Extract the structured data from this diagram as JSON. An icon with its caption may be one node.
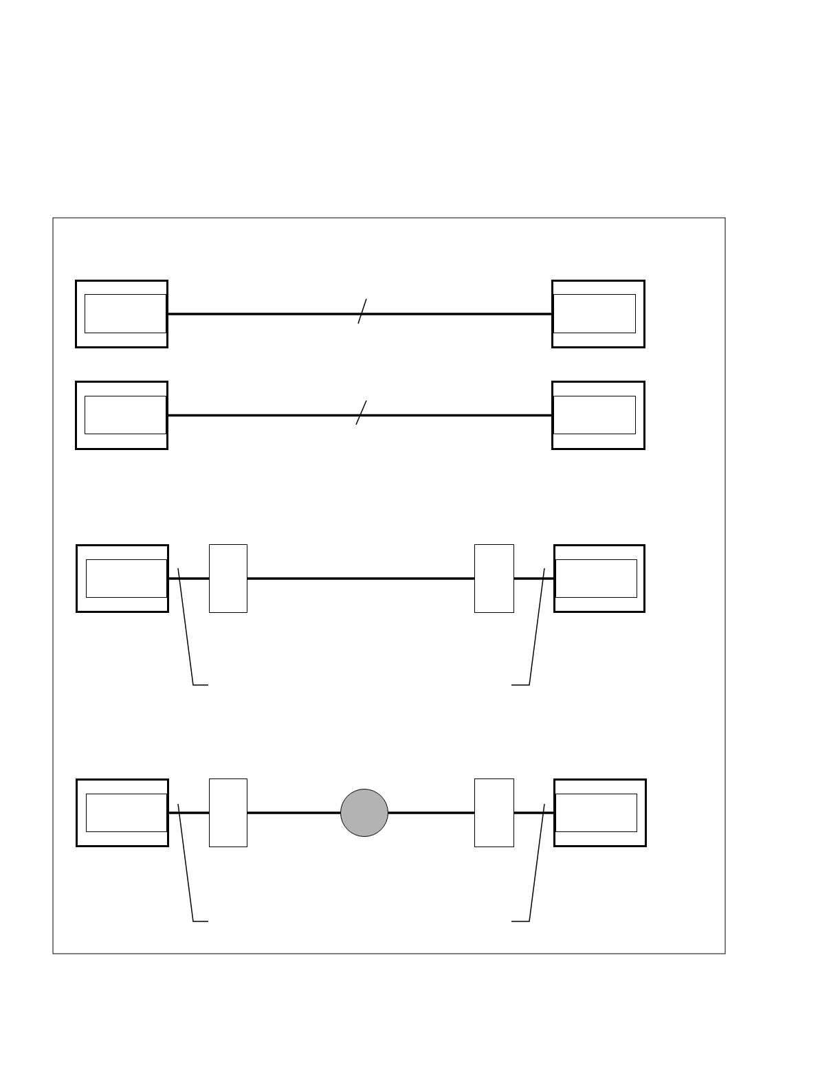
{
  "diagram": {
    "nodes": [
      {
        "text": [],
        "shape": "box"
      },
      {
        "text": [],
        "shape": "box",
        "in": 0
      },
      {
        "text": [],
        "shape": "box"
      },
      {
        "text": [],
        "shape": "box",
        "in": 2
      },
      {
        "text": [],
        "shape": "box"
      },
      {
        "text": [],
        "shape": "box",
        "in": 4
      },
      {
        "text": [],
        "shape": "box"
      },
      {
        "text": [],
        "shape": "box",
        "in": 6
      },
      {
        "text": [],
        "shape": "box"
      },
      {
        "text": [],
        "shape": "box",
        "in": 8
      },
      {
        "text": [],
        "shape": "box"
      },
      {
        "text": [],
        "shape": "box"
      },
      {
        "text": [],
        "shape": "box"
      },
      {
        "text": [],
        "shape": "box",
        "in": 12
      },
      {
        "text": [],
        "shape": "box"
      },
      {
        "text": [],
        "shape": "box",
        "in": 14
      },
      {
        "text": [],
        "shape": "box"
      },
      {
        "text": [],
        "shape": "circle"
      },
      {
        "text": [],
        "shape": "box"
      },
      {
        "text": [],
        "shape": "box"
      },
      {
        "text": [],
        "shape": "box",
        "in": 19
      }
    ],
    "edges": [
      {
        "from": 0,
        "to": 2,
        "arrow": "none"
      },
      {
        "from": 4,
        "to": 6,
        "arrow": "none"
      },
      {
        "from": 8,
        "to": 10,
        "arrow": "none"
      },
      {
        "from": 10,
        "to": 11,
        "arrow": "none"
      },
      {
        "from": 11,
        "to": 12,
        "arrow": "none"
      },
      {
        "from": 14,
        "to": 16,
        "arrow": "none"
      },
      {
        "from": 16,
        "to": 17,
        "arrow": "none"
      },
      {
        "from": 17,
        "to": 18,
        "arrow": "none"
      },
      {
        "from": 18,
        "to": 19,
        "arrow": "none"
      }
    ]
  }
}
